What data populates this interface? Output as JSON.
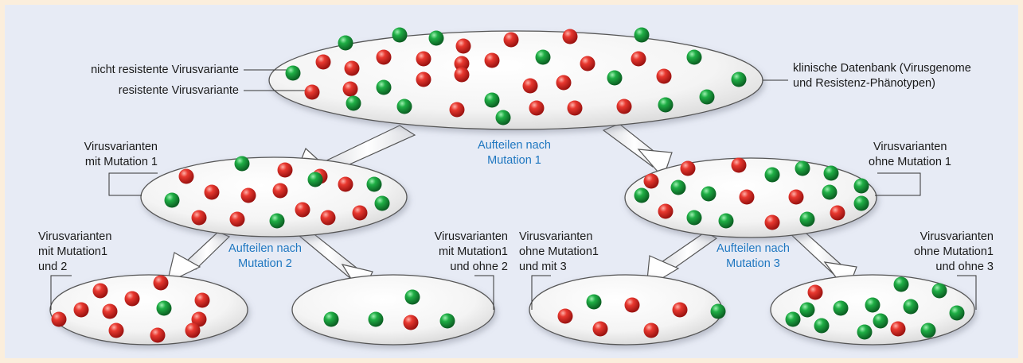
{
  "labels": {
    "nonresistant": "nicht resistente Virusvariante",
    "resistant": "resistente Virusvariante",
    "database": [
      "klinische Datenbank (Virusgenome",
      "und Resistenz-Phänotypen)"
    ],
    "split1": [
      "Aufteilen nach",
      "Mutation 1"
    ],
    "split2": [
      "Aufteilen nach",
      "Mutation 2"
    ],
    "split3": [
      "Aufteilen nach",
      "Mutation 3"
    ],
    "with_m1": [
      "Virusvarianten",
      "mit Mutation 1"
    ],
    "without_m1": [
      "Virusvarianten",
      "ohne Mutation 1"
    ],
    "with_m1_and_2": [
      "Virusvarianten",
      "mit Mutation1",
      "und 2"
    ],
    "with_m1_without_2": [
      "Virusvarianten",
      "mit Mutation1",
      "und ohne 2"
    ],
    "without_m1_with_3": [
      "Virusvarianten",
      "ohne Mutation1",
      "und mit 3"
    ],
    "without_m1_without_3": [
      "Virusvarianten",
      "ohne Mutation1",
      "und ohne 3"
    ]
  },
  "colors": {
    "resistant": "#d8241f",
    "nonresistant": "#169a3a",
    "background": "#e7ebf5",
    "border": "#fbeedc",
    "split_label": "#1f77c0"
  }
}
